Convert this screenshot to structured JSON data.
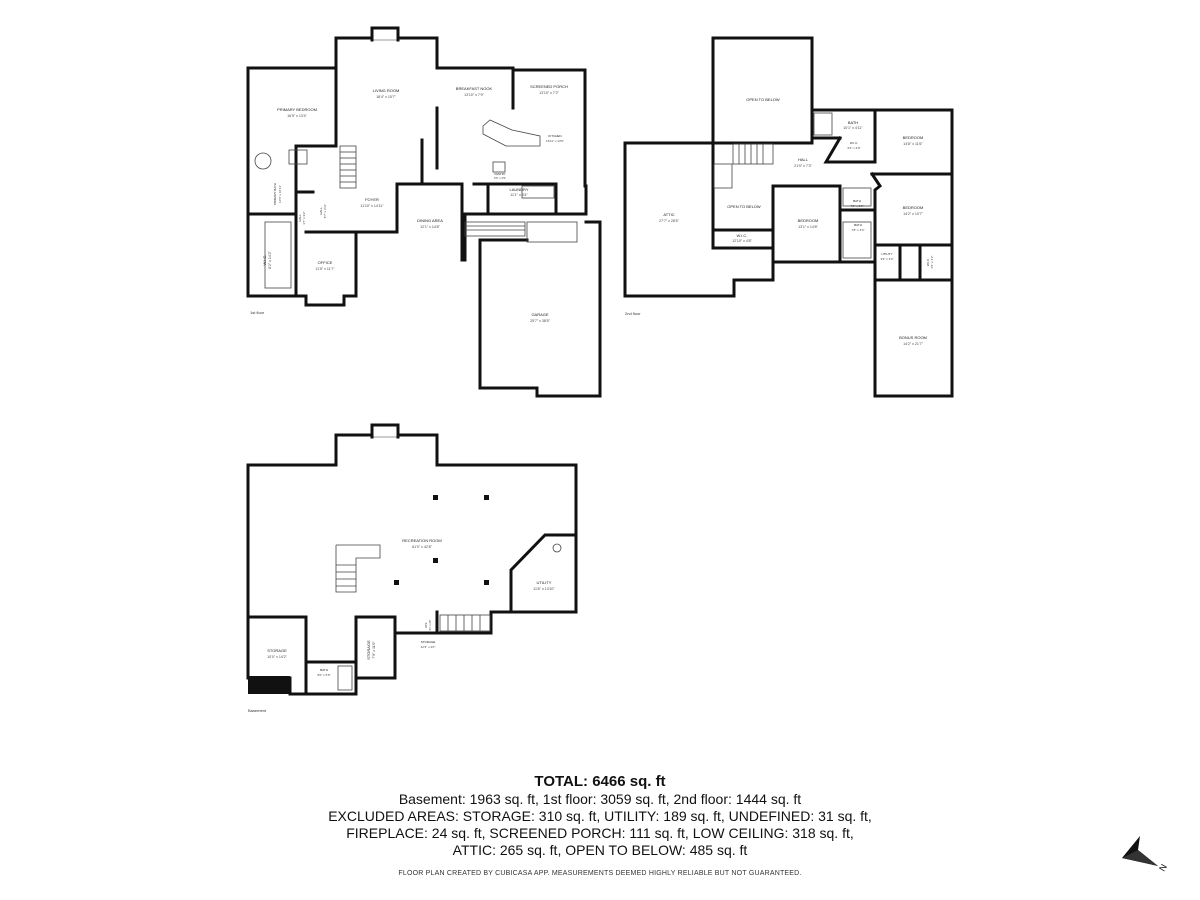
{
  "floors": {
    "first": {
      "label": "1st floor",
      "rooms": [
        {
          "name": "PRIMARY BEDROOM",
          "dims": "16'5\" x 13'4\""
        },
        {
          "name": "LIVING ROOM",
          "dims": "18'4\" x 15'7\""
        },
        {
          "name": "BREAKFAST NOOK",
          "dims": "13'10\" x 7'9\""
        },
        {
          "name": "SCREENED PORCH",
          "dims": "13'10\" x 7'2\""
        },
        {
          "name": "KITCHEN",
          "dims": "16'11\" x 13'6\""
        },
        {
          "name": "PRIMARY BATH",
          "dims": "10'6\" x 10'11\""
        },
        {
          "name": "HALL",
          "dims": "3'7\" x 9'2\""
        },
        {
          "name": "HALL",
          "dims": "8'7\" x 3'11\""
        },
        {
          "name": "FOYER",
          "dims": "11'10\" x 14'11\""
        },
        {
          "name": "DINING AREA",
          "dims": "12'1\" x 14'8\""
        },
        {
          "name": "LAUNDRY",
          "dims": "11'1\" x 6'4\""
        },
        {
          "name": "PANTRY",
          "dims": "3'6\" x 2'9\""
        },
        {
          "name": "W.I.C.",
          "dims": "8'2\" x 14'2\""
        },
        {
          "name": "OFFICE",
          "dims": "11'5\" x 11'7\""
        },
        {
          "name": "GARAGE",
          "dims": "25'7\" x 38'5\""
        }
      ]
    },
    "second": {
      "label": "2nd floor",
      "rooms": [
        {
          "name": "OPEN TO BELOW",
          "dims": ""
        },
        {
          "name": "BATH",
          "dims": "10'1\" x 4'11\""
        },
        {
          "name": "BEDROOM",
          "dims": "14'8\" x 11'6\""
        },
        {
          "name": "W.I.C.",
          "dims": "6'2\" x 4'9\""
        },
        {
          "name": "HALL",
          "dims": "21'9\" x 7'3\""
        },
        {
          "name": "ATTIC",
          "dims": "27'7\" x 28'5\""
        },
        {
          "name": "OPEN TO BELOW",
          "dims": ""
        },
        {
          "name": "BATH",
          "dims": "7'8\" x 5'6\""
        },
        {
          "name": "BEDROOM",
          "dims": "14'2\" x 10'7\""
        },
        {
          "name": "BEDROOM",
          "dims": "13'1\" x 14'8\""
        },
        {
          "name": "W.I.C.",
          "dims": "12'10\" x 4'8\""
        },
        {
          "name": "BATH",
          "dims": "7'8\" x 4'4\""
        },
        {
          "name": "UTILITY",
          "dims": "3'9\" x 3'4\""
        },
        {
          "name": "W.I.C.",
          "dims": "3'5\" x 4'2\""
        },
        {
          "name": "BONUS ROOM",
          "dims": "14'2\" x 21'7\""
        }
      ]
    },
    "basement": {
      "label": "Basement",
      "rooms": [
        {
          "name": "RECREATION ROOM",
          "dims": "61'0\" x 42'8\""
        },
        {
          "name": "UTILITY",
          "dims": "11'6\" x 13'10\""
        },
        {
          "name": "STORAGE",
          "dims": "10'0\" x 14'2\""
        },
        {
          "name": "BATH",
          "dims": "8'0\" x 5'5\""
        },
        {
          "name": "STORAGE",
          "dims": "7'9\" x 11'0\""
        },
        {
          "name": "STORAGE",
          "dims": "12'3\" x 4'0\""
        },
        {
          "name": "UTIL",
          "dims": "4'1\" x 2'6\""
        }
      ]
    }
  },
  "summary": {
    "total": "TOTAL: 6466 sq. ft",
    "lines": [
      "Basement: 1963 sq. ft, 1st floor: 3059 sq. ft, 2nd floor: 1444 sq. ft",
      "EXCLUDED AREAS: STORAGE: 310 sq. ft, UTILITY: 189 sq. ft, UNDEFINED: 31 sq. ft,",
      "FIREPLACE: 24 sq. ft, SCREENED PORCH: 111 sq. ft, LOW CEILING: 318 sq. ft,",
      "ATTIC: 265 sq. ft, OPEN TO BELOW: 485 sq. ft"
    ]
  },
  "footer": "FLOOR PLAN CREATED BY CUBICASA APP. MEASUREMENTS DEEMED HIGHLY RELIABLE BUT NOT GUARANTEED.",
  "compass": {
    "label": "N",
    "icon": "north-arrow-icon"
  }
}
